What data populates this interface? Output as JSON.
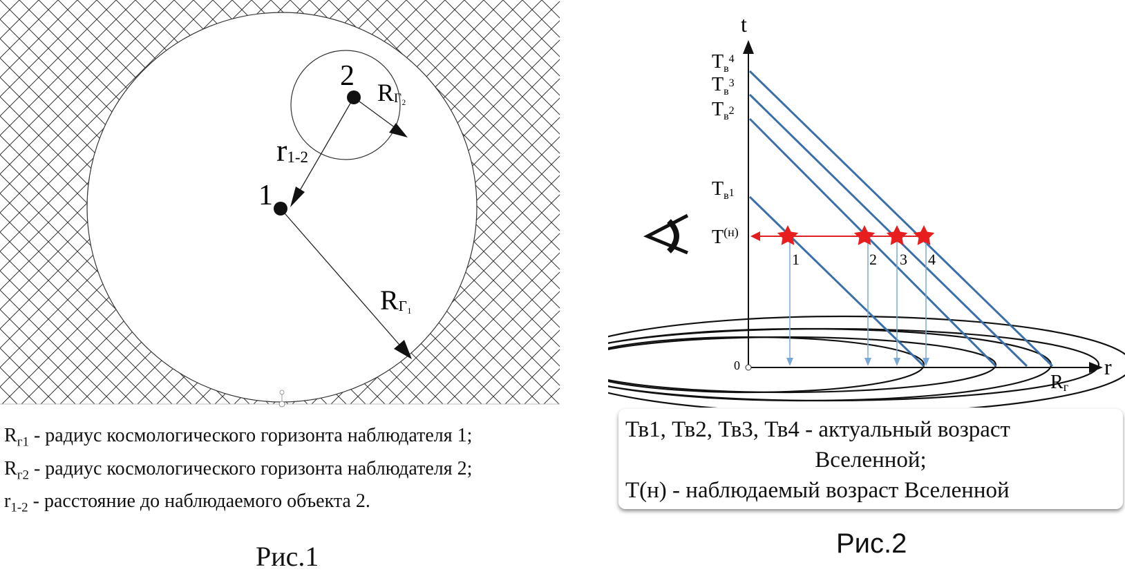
{
  "figure1": {
    "point1": "1",
    "point2": "2",
    "r12_main": "r",
    "r12_sub": "1-2",
    "Rg1_main": "R",
    "Rg1_sub": "Г₁",
    "Rg2_main": "R",
    "Rg2_sub": "Г₂",
    "legend": [
      {
        "sym": "R",
        "sub": "г1",
        "text": " - радиус космологического горизонта наблюдателя 1;"
      },
      {
        "sym": "R",
        "sub": "г2",
        "text": " - радиус космологического горизонта наблюдателя 2;"
      },
      {
        "sym": "r",
        "sub": "1-2",
        "text": " - расстояние до наблюдаемого объекта 2."
      }
    ],
    "caption": "Рис.1"
  },
  "figure2": {
    "t_axis": "t",
    "r_axis": "r",
    "origin": "0",
    "Rg_main": "R",
    "Rg_sub": "г",
    "tv_labels": [
      {
        "main": "T",
        "sub": "в",
        "num": "4"
      },
      {
        "main": "T",
        "sub": "в",
        "num": "3"
      },
      {
        "main": "T",
        "sub": "в",
        "num": "2"
      },
      {
        "main": "T",
        "sub": "в",
        "num": "1"
      }
    ],
    "tn_main": "T",
    "tn_sup": "(н)",
    "star_labels": [
      "1",
      "2",
      "3",
      "4"
    ],
    "legend_line1": "Тв1, Тв2, Тв3, Тв4 -  актуальный возраст",
    "legend_line2": "Вселенной;",
    "legend_line3": "Т(н) - наблюдаемый возраст Вселенной",
    "caption": "Рис.2",
    "colors": {
      "lines": "#3a6fa8",
      "arrow": "#e02020",
      "star": "#e81e1e",
      "drop": "#7aa8d8"
    }
  }
}
